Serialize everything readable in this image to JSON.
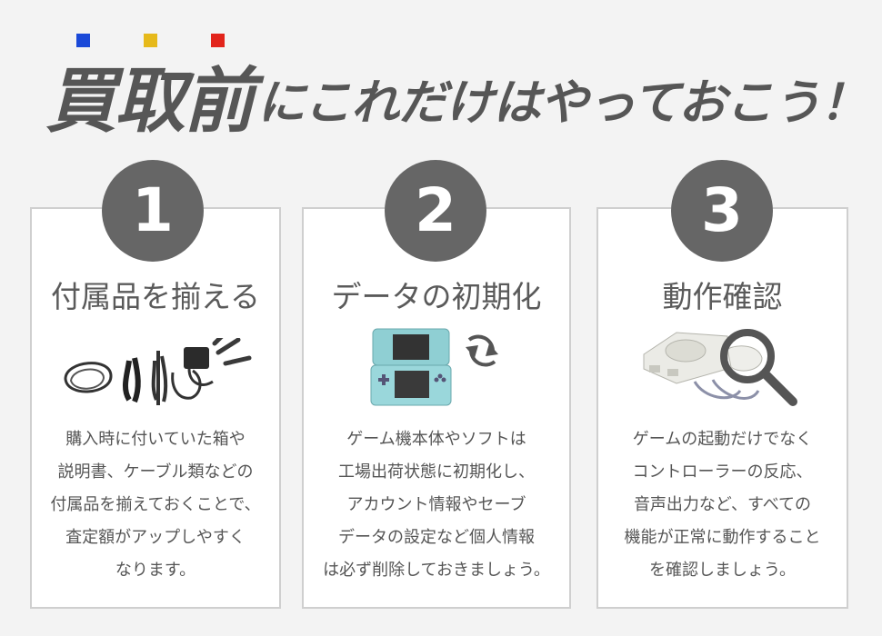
{
  "header": {
    "accent_colors": [
      "#1a49d8",
      "#e6b91a",
      "#e2241b"
    ],
    "title_strong": "買取前",
    "title_rest": "にこれだけはやっておこう！"
  },
  "steps": [
    {
      "number": "1",
      "title": "付属品を揃える",
      "description": [
        "購入時に付いていた箱や",
        "説明書、ケーブル類などの",
        "付属品を揃えておくことで、",
        "査定額がアップしやすく",
        "なります。"
      ],
      "illustration": "cables-and-adapter-icon"
    },
    {
      "number": "2",
      "title": "データの初期化",
      "description": [
        "ゲーム機本体やソフトは",
        "工場出荷状態に初期化し、",
        "アカウント情報やセーブ",
        "データの設定など個人情報",
        "は必ず削除しておきましょう。"
      ],
      "illustration": "handheld-console-reset-icon"
    },
    {
      "number": "3",
      "title": "動作確認",
      "description": [
        "ゲームの起動だけでなく",
        "コントローラーの反応、",
        "音声出力など、すべての",
        "機能が正常に動作すること",
        "を確認しましょう。"
      ],
      "illustration": "console-magnifier-icon"
    }
  ]
}
